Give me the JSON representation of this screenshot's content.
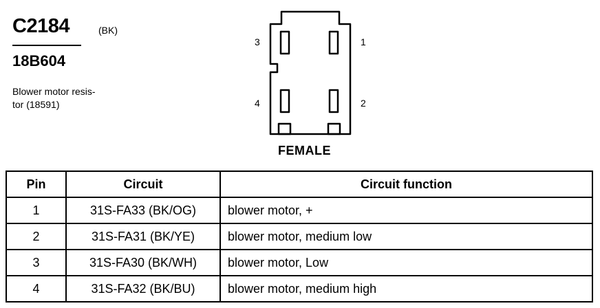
{
  "connector": {
    "id": "C2184",
    "color_code": "(BK)",
    "part_number": "18B604",
    "description_lines": [
      "Blower motor resis-",
      "tor (18591)"
    ],
    "view": "FEMALE",
    "pin_labels": {
      "top_left": "3",
      "top_right": "1",
      "bottom_left": "4",
      "bottom_right": "2"
    }
  },
  "table": {
    "headers": [
      "Pin",
      "Circuit",
      "Circuit function"
    ],
    "rows": [
      {
        "pin": "1",
        "circuit": "31S-FA33 (BK/OG)",
        "function": "blower motor, +"
      },
      {
        "pin": "2",
        "circuit": "31S-FA31 (BK/YE)",
        "function": "blower motor, medium low"
      },
      {
        "pin": "3",
        "circuit": "31S-FA30 (BK/WH)",
        "function": "blower motor, Low"
      },
      {
        "pin": "4",
        "circuit": "31S-FA32 (BK/BU)",
        "function": "blower motor, medium high"
      }
    ]
  }
}
